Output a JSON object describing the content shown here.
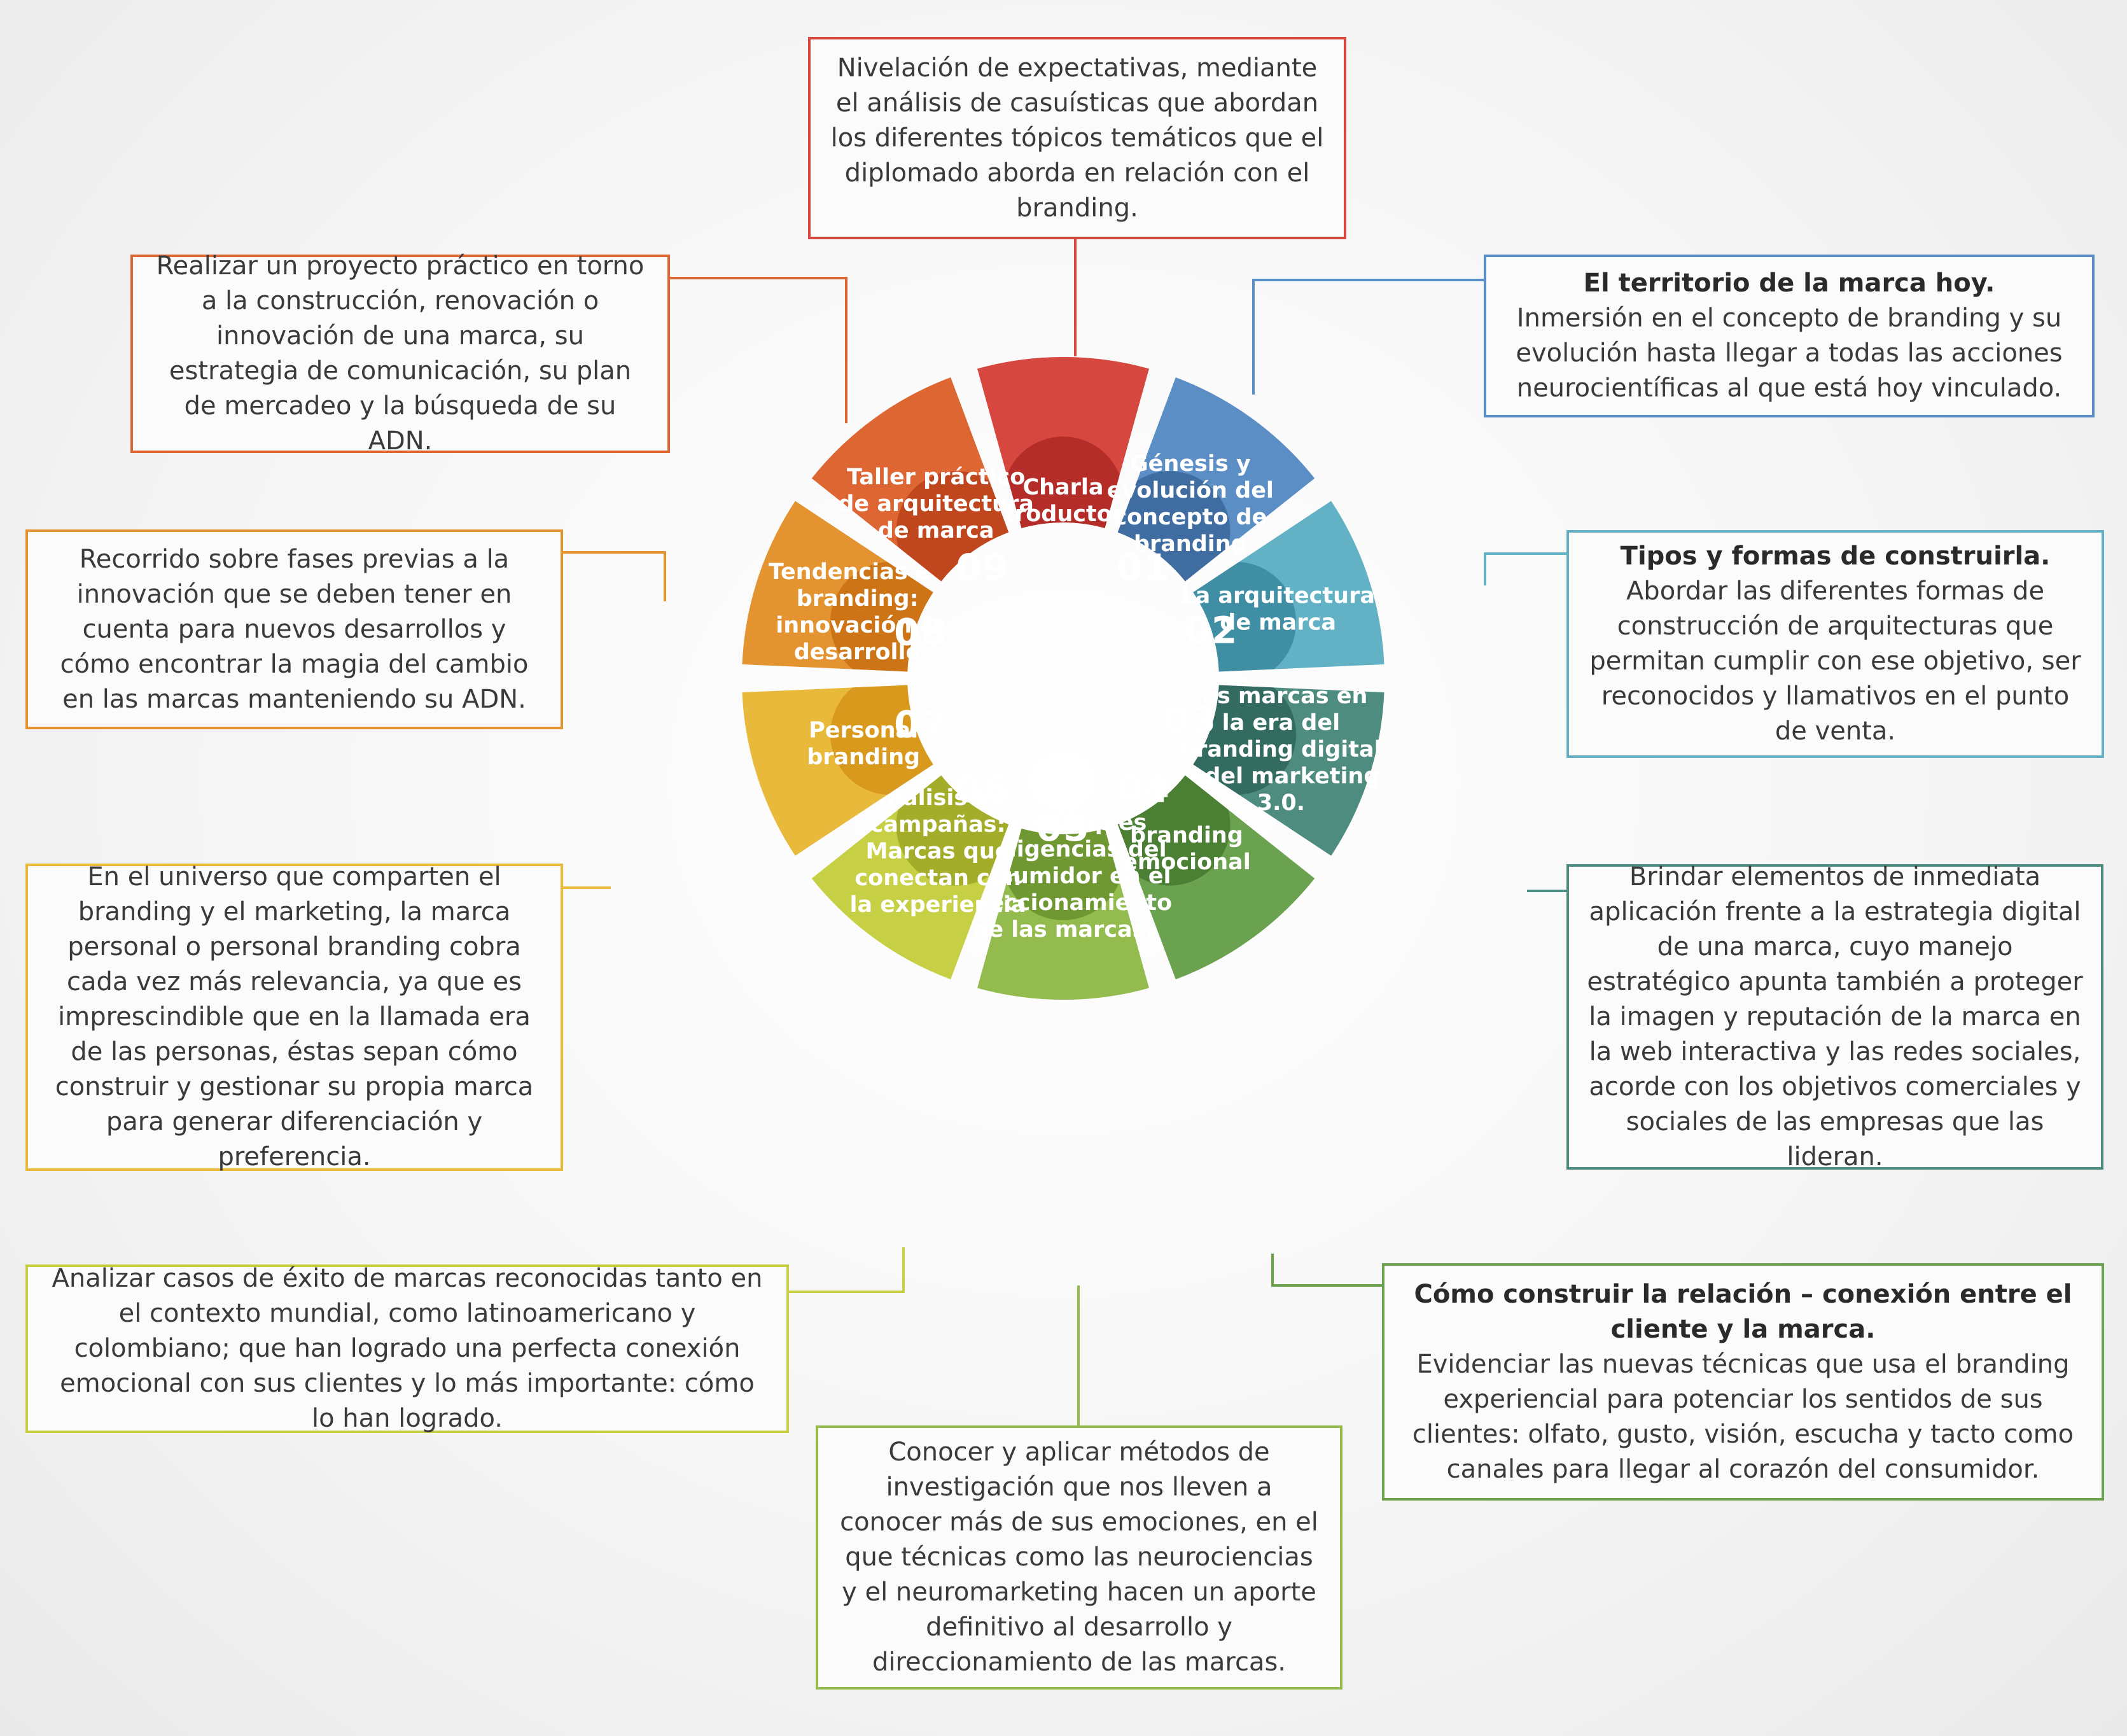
{
  "segments": [
    {
      "id": "charla",
      "number": "",
      "label_lines": [
        "Charla",
        "introductoria"
      ],
      "color": "#d5473f",
      "tab_color": "#b52d29"
    },
    {
      "id": "01",
      "number": "01",
      "label_lines": [
        "Génesis y",
        "evolución del",
        "concepto de",
        "branding"
      ],
      "color": "#5b8ec4",
      "tab_color": "#3f6da1"
    },
    {
      "id": "02",
      "number": "02",
      "label_lines": [
        "La arquitectura",
        "de marca"
      ],
      "color": "#63b1c4",
      "tab_color": "#3f8ea3"
    },
    {
      "id": "03",
      "number": "03",
      "label_lines": [
        "las marcas en",
        "la era del",
        "branding digital",
        "y del marketing",
        "3.0."
      ],
      "color": "#4e8c80",
      "tab_color": "#336b61"
    },
    {
      "id": "04",
      "number": "04",
      "label_lines": [
        "branding",
        "emocional"
      ],
      "color": "#6aa24f",
      "tab_color": "#4b7f33"
    },
    {
      "id": "05",
      "number": "05",
      "label_lines": [
        "Las múltiples",
        "inteligencias del",
        "consumidor en el",
        "direccionamiento",
        "de las marcas."
      ],
      "color": "#94bb4e",
      "tab_color": "#6f9832"
    },
    {
      "id": "06",
      "number": "06",
      "label_lines": [
        "Análisis de",
        "campañas:",
        "Marcas qué",
        "conectan con",
        "la experiencia"
      ],
      "color": "#c7cf45",
      "tab_color": "#a4ad2a"
    },
    {
      "id": "07",
      "number": "07",
      "label_lines": [
        "Personal",
        "branding"
      ],
      "color": "#e8b93a",
      "tab_color": "#d8991d"
    },
    {
      "id": "08",
      "number": "08",
      "label_lines": [
        "Tendencias en",
        "branding:",
        "innovación &",
        "desarrollo"
      ],
      "color": "#e3932f",
      "tab_color": "#cc7416"
    },
    {
      "id": "09",
      "number": "09",
      "label_lines": [
        "Taller práctico",
        "de arquitectura",
        "de marca"
      ],
      "color": "#dd6633",
      "tab_color": "#c0461e"
    }
  ],
  "boxes": {
    "charla": {
      "heading": "",
      "text": "Nivelación de expectativas, mediante el análisis de casuísticas que abordan los diferentes tópicos temáticos que el diplomado aborda en relación con el branding.",
      "border_color": "#d5473f"
    },
    "01": {
      "heading": "El territorio de la marca hoy.",
      "text": "Inmersión en el concepto de branding y su evolución hasta llegar a todas las acciones neurocientíficas al que está hoy vinculado.",
      "border_color": "#5b8ec4"
    },
    "02": {
      "heading": "Tipos y formas de construirla.",
      "text": "Abordar las diferentes formas de construcción de arquitecturas que permitan cumplir con ese objetivo, ser reconocidos y llamativos en el punto de venta.",
      "border_color": "#63b1c4"
    },
    "03": {
      "heading": "",
      "text": "Brindar elementos de inmediata aplicación frente a la estrategia digital de una marca, cuyo manejo estratégico apunta también a proteger la imagen y reputación de la marca en la web interactiva y las redes sociales, acorde con los objetivos comerciales y sociales de las empresas que las lideran.",
      "border_color": "#4e8c80"
    },
    "04": {
      "heading": "Cómo construir la relación – conexión entre el cliente y la marca.",
      "text": "Evidenciar las nuevas técnicas que usa el branding experiencial para potenciar los sentidos de sus clientes: olfato, gusto, visión, escucha y tacto como canales para llegar al corazón del consumidor.",
      "border_color": "#6aa24f"
    },
    "05": {
      "heading": "",
      "text": "Conocer y aplicar métodos de investigación que nos lleven a conocer más de sus emociones, en el que técnicas como las neurociencias y el neuromarketing hacen un aporte definitivo al desarrollo y direccionamiento de las marcas.",
      "border_color": "#94bb4e"
    },
    "06": {
      "heading": "",
      "text": "Analizar casos de éxito de marcas reconocidas tanto en el contexto mundial, como latinoamericano y colombiano; que han logrado una perfecta conexión emocional con sus clientes y lo más importante: cómo lo han logrado.",
      "border_color": "#c7cf45"
    },
    "07": {
      "heading": "",
      "text": "En el universo que comparten el branding y el marketing, la marca personal o personal branding cobra cada vez más relevancia, ya que es imprescindible que en la llamada era de las personas, éstas sepan cómo construir y gestionar su propia marca para generar diferenciación y preferencia.",
      "border_color": "#e8b93a"
    },
    "08": {
      "heading": "",
      "text": "Recorrido sobre fases previas a la innovación que se deben tener en cuenta para nuevos desarrollos y cómo encontrar la magia del cambio en las marcas manteniendo su ADN.",
      "border_color": "#e3932f"
    },
    "09": {
      "heading": "",
      "text": "Realizar un proyecto práctico en torno a la construcción, renovación o innovación de una marca, su estrategia de comunicación, su plan de mercadeo y la búsqueda de su ADN.",
      "border_color": "#dd6633"
    }
  }
}
